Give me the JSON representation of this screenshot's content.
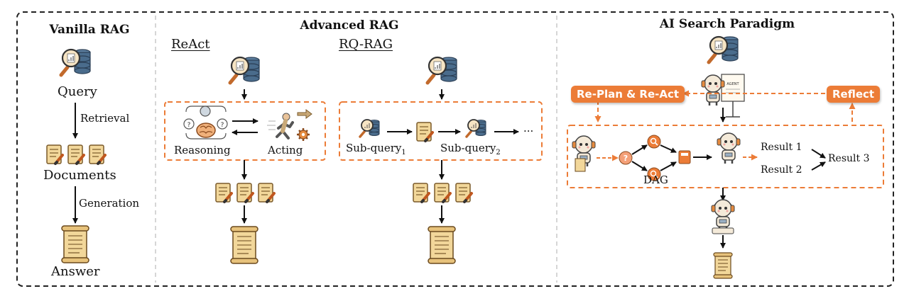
{
  "panels": {
    "vanilla": {
      "title": "Vanilla RAG",
      "query": "Query",
      "retrieval": "Retrieval",
      "documents": "Documents",
      "generation": "Generation",
      "answer": "Answer"
    },
    "advanced": {
      "title": "Advanced RAG",
      "react": {
        "label": "ReAct",
        "reasoning": "Reasoning",
        "acting": "Acting"
      },
      "rqrag": {
        "label": "RQ-RAG",
        "subquery1": "Sub-query",
        "subquery1_sub": "1",
        "subquery2": "Sub-query",
        "subquery2_sub": "2",
        "ellipsis": "···"
      }
    },
    "ai_search": {
      "title": "AI Search Paradigm",
      "replan": "Re-Plan & Re-Act",
      "reflect": "Reflect",
      "board_text": "AGENT",
      "dag": "DAG",
      "result1": "Result 1",
      "result2": "Result 2",
      "result3": "Result 3"
    }
  },
  "colors": {
    "accent": "#ec7c37",
    "database": "#4a6c8c",
    "paper": "#f2d79a",
    "frame": "#222222",
    "divider": "#c8c8c8"
  }
}
